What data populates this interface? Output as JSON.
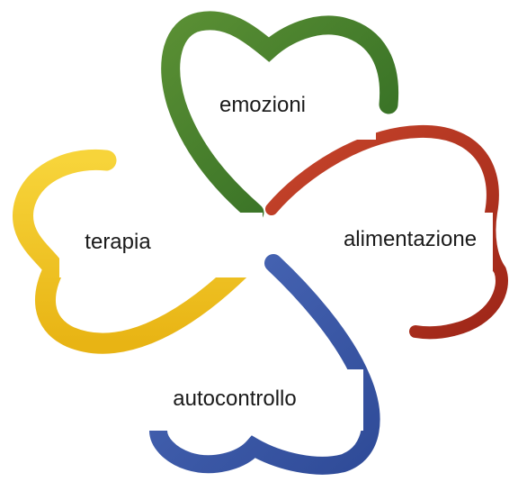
{
  "diagram": {
    "labels": {
      "emozioni": "emozioni",
      "alimentazione": "alimentazione",
      "terapia": "terapia",
      "autocontrollo": "autocontrollo"
    },
    "colors": {
      "green": "#3f7a2a",
      "red": "#b8321d",
      "yellow": "#f2c21b",
      "blue": "#3a56a8"
    }
  }
}
